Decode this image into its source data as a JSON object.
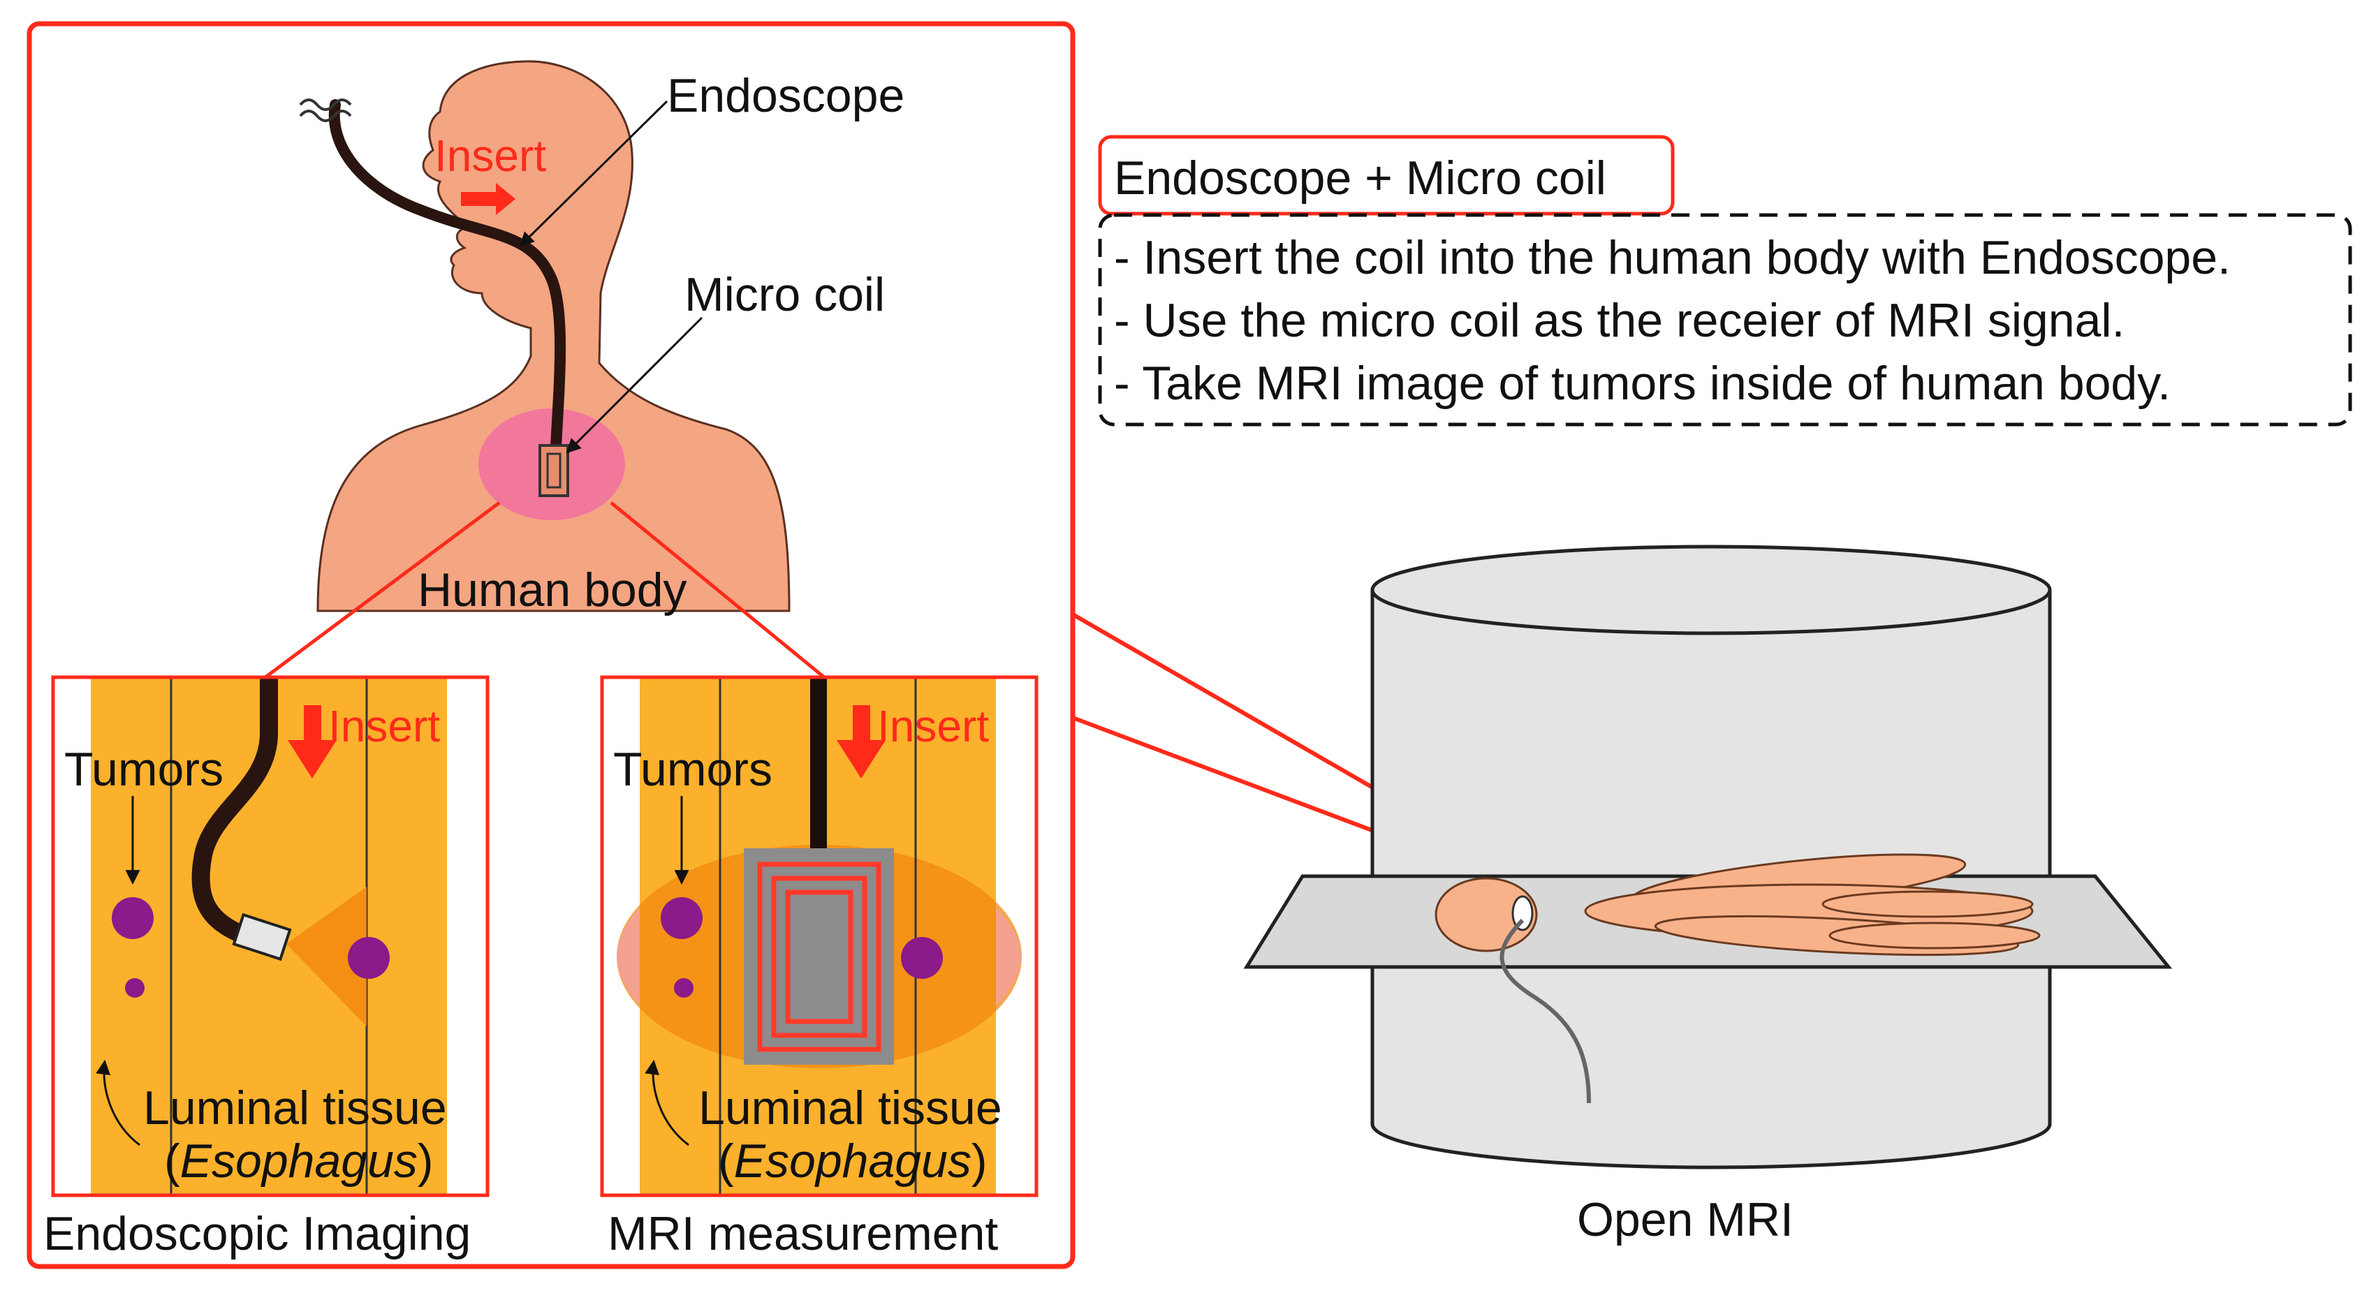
{
  "labels": {
    "endoscope": "Endoscope",
    "insert": "Insert",
    "micro_coil": "Micro coil",
    "human_body": "Human body",
    "tumors": "Tumors",
    "luminal_tissue": "Luminal tissue",
    "esophagus_open": "(",
    "esophagus": "Esophagus",
    "esophagus_close": ")",
    "endoscopic_imaging": "Endoscopic Imaging",
    "mri_measurement": "MRI measurement",
    "open_mri": "Open MRI",
    "squiggle": "≈"
  },
  "info": {
    "title": "Endoscope + Micro coil",
    "bullets": [
      "- Insert the coil into the human body with Endoscope.",
      "- Use the micro coil as the receier of MRI signal.",
      "- Take MRI image of tumors inside of human body."
    ]
  },
  "colors": {
    "accent_red": "#ff2a1a",
    "skin": "#f4a582",
    "chest_highlight": "#f06ea0",
    "tissue": "#fbb12b",
    "tissue_dark": "#f28a10",
    "tumor": "#8b1a8a",
    "endoscope": "#2a1410",
    "scanner": "#e4e4e4",
    "coil_gray": "#8c8c8c"
  }
}
